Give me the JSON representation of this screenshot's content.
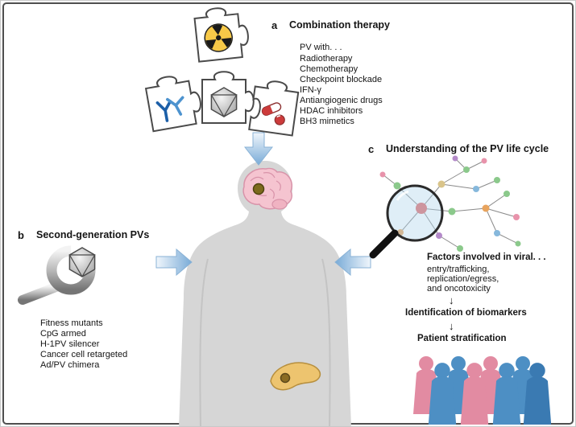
{
  "panel_a": {
    "tag": "a",
    "title": "Combination therapy",
    "intro": "PV with. . .",
    "items": [
      "Radiotherapy",
      "Chemotherapy",
      "Checkpoint blockade",
      "IFN-γ",
      "Antiangiogenic drugs",
      "HDAC inhibitors",
      "BH3 mimetics"
    ]
  },
  "panel_b": {
    "tag": "b",
    "title": "Second-generation PVs",
    "items": [
      "Fitness mutants",
      "CpG armed",
      "H-1PV silencer",
      "Cancer cell retargeted",
      "Ad/PV chimera"
    ]
  },
  "panel_c": {
    "tag": "c",
    "title": "Understanding of the PV life cycle",
    "factors_heading": "Factors involved in viral. . .",
    "factors": [
      "entry/trafficking,",
      "replication/egress,",
      "and oncotoxicity"
    ],
    "step_biomarkers": "Identification of biomarkers",
    "step_stratification": "Patient stratification",
    "flow_arrow_glyph": "↓"
  },
  "colors": {
    "arrow_light": "#f0f6fc",
    "arrow_dark": "#79abd7",
    "body_gray": "#d6d6d6",
    "brain_pink": "#f5c4d0",
    "pancreas_tan": "#edc46f",
    "tumor_brown": "#7c6a1d",
    "person_blue": "#4d8fc4",
    "person_pink": "#e28ba2",
    "radiation_yellow": "#f7c948",
    "antibody_blue": "#1c5fa8",
    "pill_red": "#cc3b3b"
  }
}
